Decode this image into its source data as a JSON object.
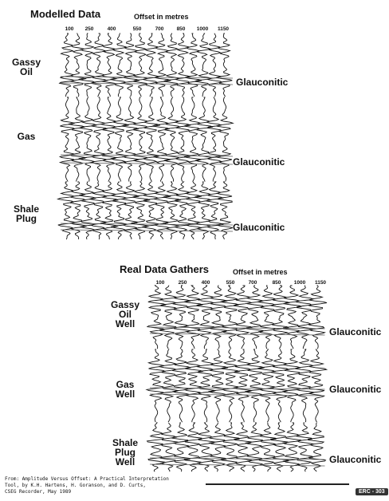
{
  "modelled": {
    "title": "Modelled Data",
    "offset_label": "Offset in metres",
    "ticks": [
      "100",
      "250",
      "400",
      "550",
      "700",
      "850",
      "1000",
      "1150"
    ],
    "panels": [
      {
        "label": "Gassy\nOil",
        "glauconitic": "Glauconitic"
      },
      {
        "label": "Gas",
        "glauconitic": "Glauconitic"
      },
      {
        "label": "Shale\nPlug",
        "glauconitic": "Glauconitic"
      }
    ]
  },
  "real": {
    "title": "Real Data Gathers",
    "offset_label": "Offset in metres",
    "ticks": [
      "100",
      "250",
      "400",
      "550",
      "700",
      "850",
      "1000",
      "1150"
    ],
    "panels": [
      {
        "label": "Gassy\nOil\nWell",
        "glauconitic": "Glauconitic"
      },
      {
        "label": "Gas\nWell",
        "glauconitic": "Glauconitic"
      },
      {
        "label": "Shale\nPlug\nWell",
        "glauconitic": "Glauconitic"
      }
    ]
  },
  "citation": "From: Amplitude Versus Offset: A Practical Interpretation\n      Tool, by K.H. Hartens, H. Goranson, and D. Curts,\n      CSEG Recorder, May 1989",
  "code": "ERC - 303"
}
